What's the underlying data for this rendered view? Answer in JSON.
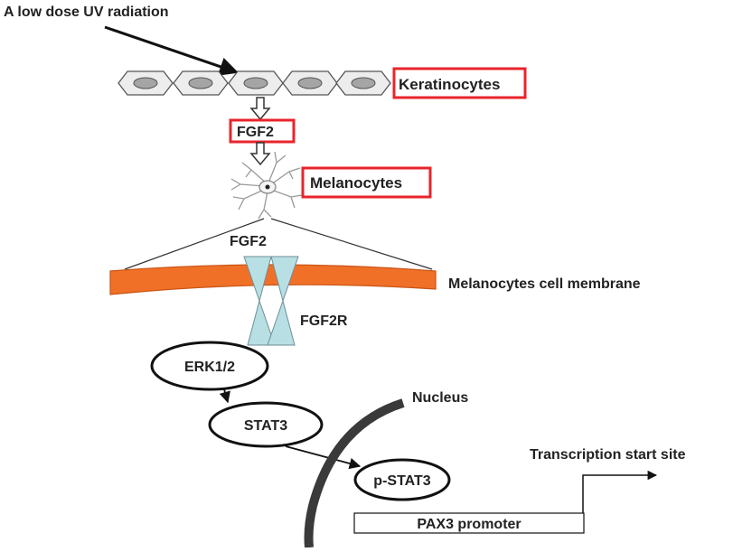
{
  "labels": {
    "uv_radiation": "A low dose UV radiation",
    "keratinocytes": "Keratinocytes",
    "fgf2_boxed": "FGF2",
    "melanocytes": "Melanocytes",
    "fgf2": "FGF2",
    "membrane": "Melanocytes cell membrane",
    "fgf2r": "FGF2R",
    "erk": "ERK1/2",
    "stat3": "STAT3",
    "nucleus": "Nucleus",
    "pstat3": "p-STAT3",
    "transcription_start": "Transcription start site",
    "pax3_promoter": "PAX3 promoter"
  },
  "colors": {
    "highlight_box": "#e8242b",
    "membrane": "#f07028",
    "receptor": "#b7dfe4",
    "cell_fill": "#ededed",
    "nucleus_fill": "#a5a5a5",
    "nuclear_envelope": "#3a3a3a",
    "ink": "#222222"
  },
  "icons": {
    "keratinocyte_cell": "hexagon-cell-icon",
    "melanocyte_cell": "dendritic-cell-icon",
    "receptor": "hourglass-receptor-icon"
  }
}
